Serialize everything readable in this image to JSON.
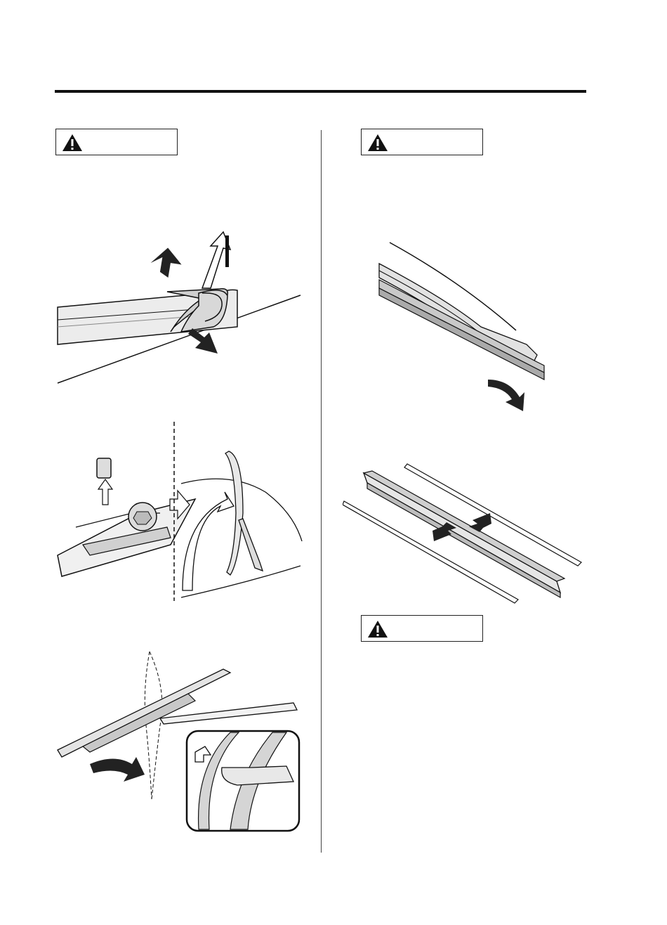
{
  "caution_boxes": [
    {
      "id": "caution-1",
      "label": ""
    },
    {
      "id": "caution-2",
      "label": ""
    },
    {
      "id": "caution-3",
      "label": ""
    }
  ],
  "icons": [
    "warning-triangle-icon"
  ],
  "colors": {
    "ink": "#111111",
    "fill_light": "#e6e6e6",
    "fill_mid": "#bdbdbd",
    "fill_dark": "#8c8c8c",
    "paper": "#ffffff"
  }
}
